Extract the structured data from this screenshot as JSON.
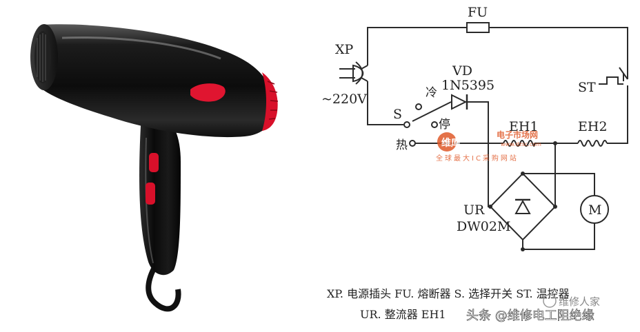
{
  "diagram": {
    "fuse": "FU",
    "plug": "XP",
    "voltage": "~220V",
    "diode_ref": "VD",
    "diode_part": "1N5395",
    "switch": "S",
    "pos_cold": "冷",
    "pos_stop": "停",
    "pos_hot": "热",
    "heater1": "EH1",
    "heater2": "EH2",
    "thermostat": "ST",
    "rectifier_ref": "UR",
    "rectifier_part": "DW02M",
    "motor": "M"
  },
  "legend": {
    "line1": "XP. 电源插头   FU. 熔断器   S. 选择开关   ST. 温控器",
    "line2": "UR. 整流器   EH1"
  },
  "watermark": {
    "site_logo": "维库",
    "site_name": "电子市场网",
    "site_url": "www.dzsc.com",
    "slogan": "全球最大IC采购网站",
    "channel": "维修人家",
    "attribution": "头条 @维修电工阻绝缘"
  },
  "colors": {
    "dryer_body": "#141414",
    "dryer_accent": "#d8102a",
    "watermark": "#e05a2a"
  }
}
